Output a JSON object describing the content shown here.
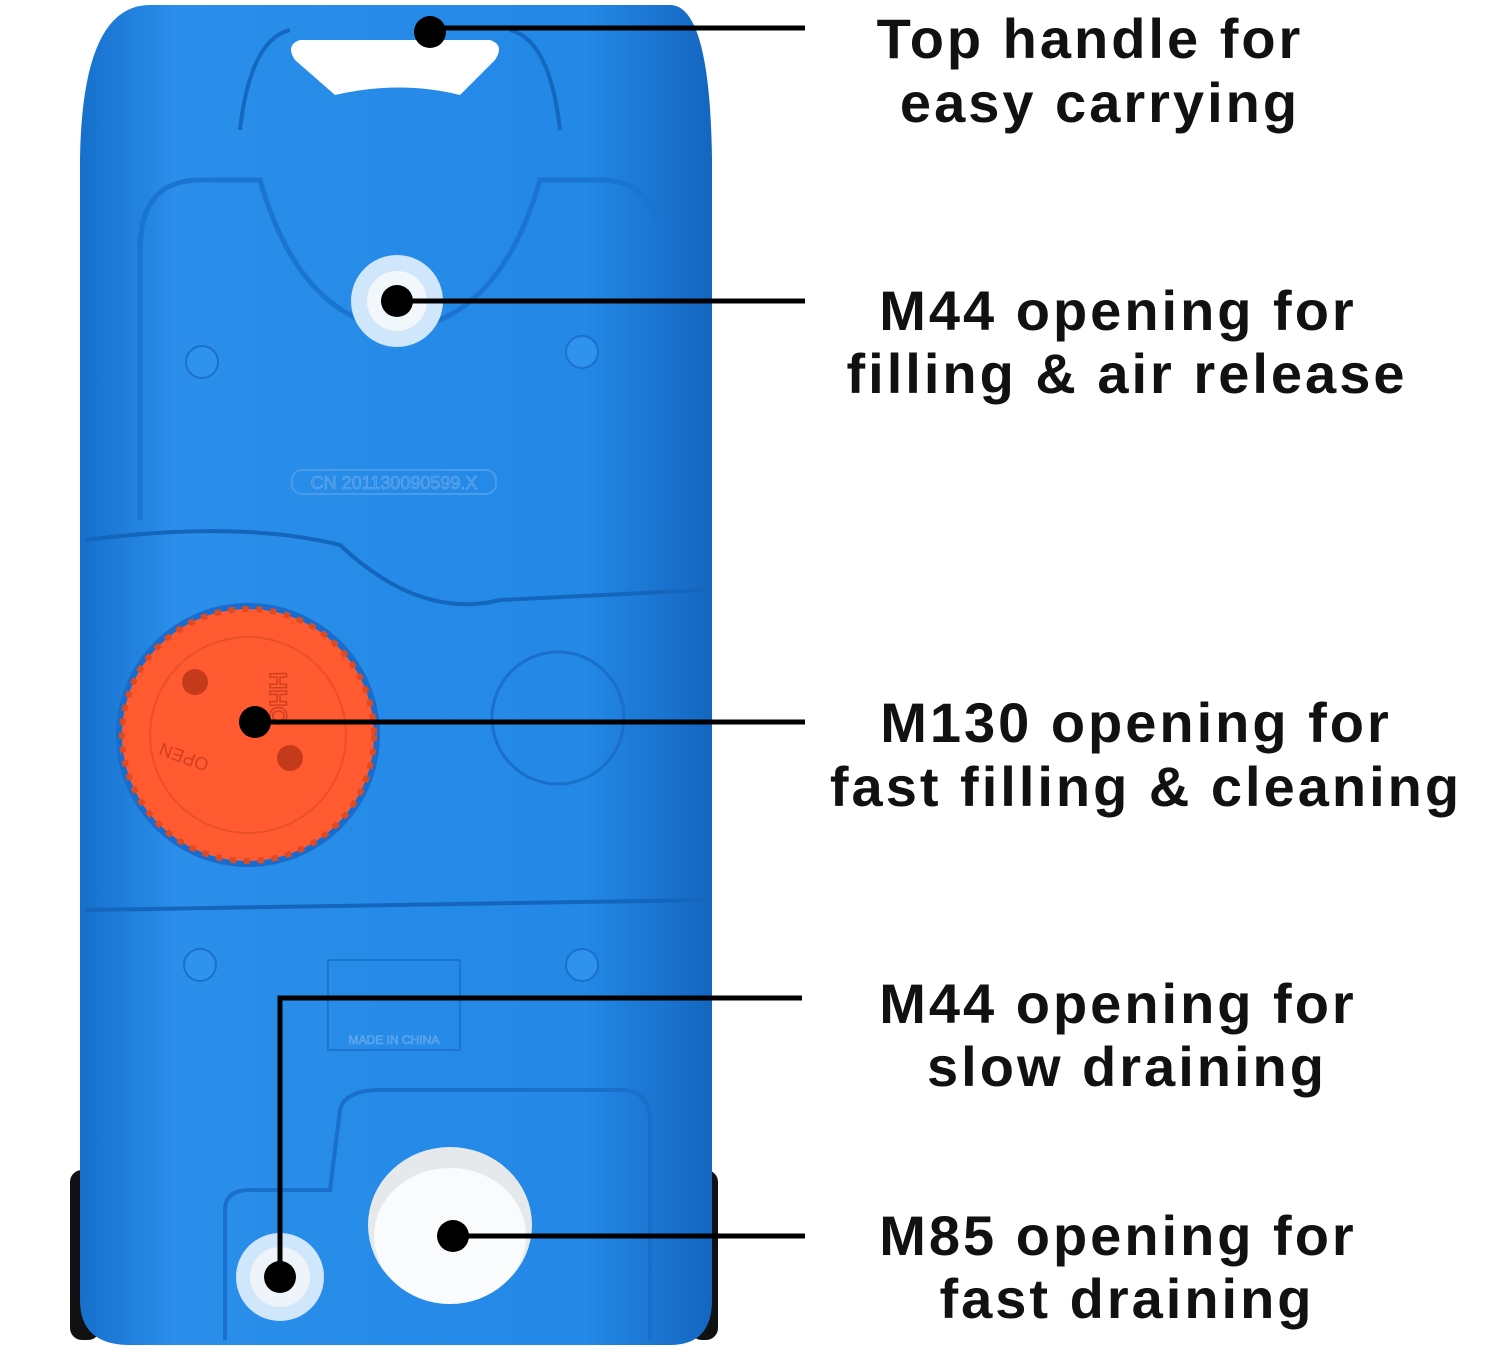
{
  "product": {
    "embossed_patent": "CN 201130090599.X",
    "embossed_origin": "MADE IN CHINA",
    "cap_brand": "HHO",
    "cap_open": "OPEN",
    "colors": {
      "tank": "#1f82e0",
      "cap": "#ff5a30",
      "plug": "#f4f6f8"
    }
  },
  "callouts": [
    {
      "line1": "Top handle for",
      "line2": "easy carrying"
    },
    {
      "line1": "M44 opening for",
      "line2": "filling & air release"
    },
    {
      "line1": "M130 opening for",
      "line2": "fast filling & cleaning"
    },
    {
      "line1": "M44 opening for",
      "line2": "slow draining"
    },
    {
      "line1": "M85 opening for",
      "line2": "fast draining"
    }
  ]
}
